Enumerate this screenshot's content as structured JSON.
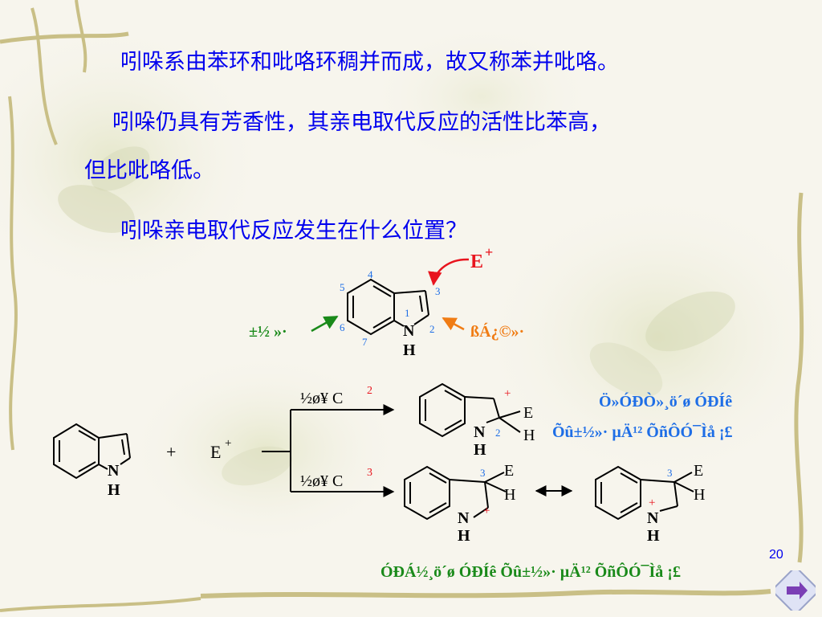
{
  "slide": {
    "lines": [
      "吲哚系由苯环和吡咯环稠并而成，故又称苯并吡咯。",
      "吲哚仍具有芳香性，其亲电取代反应的活性比苯高，",
      "但比吡咯低。",
      "吲哚亲电取代反应发生在什么位置？"
    ],
    "page_number": "20"
  },
  "diagram": {
    "top": {
      "electrophile": "E",
      "charge": "+",
      "N": "N",
      "H": "H",
      "numbers": [
        "1",
        "2",
        "3",
        "4",
        "5",
        "6",
        "7"
      ],
      "left_label": "±½ »·",
      "right_label": "ßÁ¿©»·"
    },
    "reaction": {
      "indole_N": "N",
      "indole_H": "H",
      "plus": "+",
      "reagent": "E",
      "reagent_charge": "+",
      "arrow_c2_label": "½ø¥ C",
      "arrow_c2_sup": "2",
      "arrow_c3_label": "½ø¥ C",
      "arrow_c3_sup": "3",
      "atom_E": "E",
      "atom_H": "H",
      "atom_N": "N",
      "pos2": "2",
      "pos3": "3",
      "charge": "+",
      "c2_note_line1": "Ö»ÓÐÒ»¸ö´ø ÓÐÍê",
      "c2_note_line2": "Õû±½»· µÄ¹² ÕñÔÓ¯Ìå ¡£",
      "c3_note": "ÓÐÁ½¸ö´ø ÓÐÍê Õû±½»· µÄ¹² ÕñÔÓ¯Ìå ¡£"
    }
  },
  "colors": {
    "text_blue": "#0000ee",
    "electrophile_red": "#e8141e",
    "arrow_green": "#1a8a1a",
    "arrow_orange": "#f07c14",
    "number_blue": "#1e6ee6"
  }
}
